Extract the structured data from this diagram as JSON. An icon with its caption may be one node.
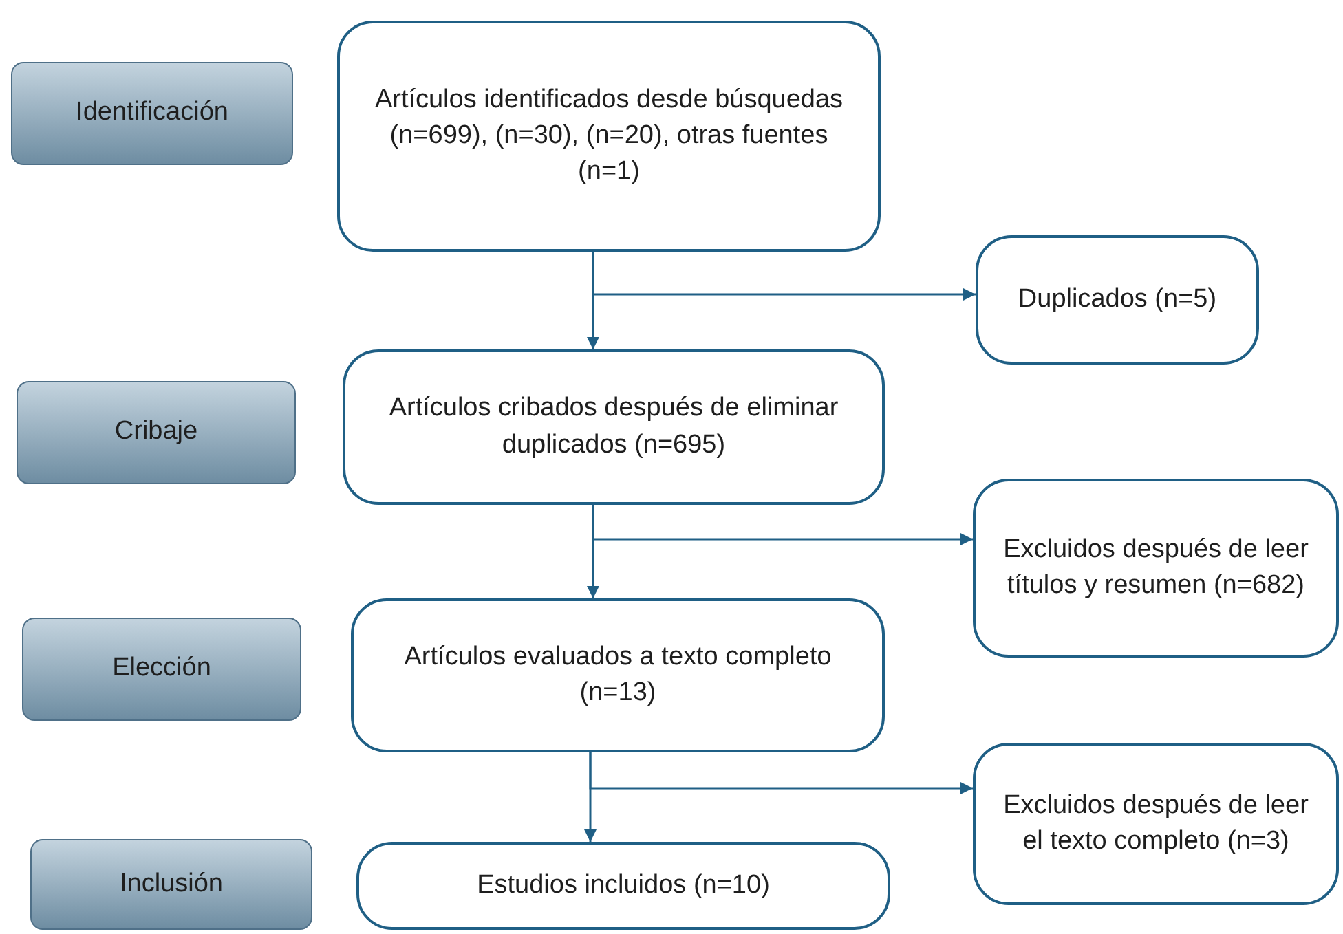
{
  "diagram": {
    "nodes": [
      {
        "text": [
          "Identificación"
        ]
      },
      {
        "text": [
          "Artículos identificados desde búsquedas (n=699), (n=30), (n=20), otras fuentes (n=1)"
        ]
      },
      {
        "text": [
          "Duplicados (n=5)"
        ]
      },
      {
        "text": [
          "Cribaje"
        ]
      },
      {
        "text": [
          "Artículos cribados después de eliminar duplicados (n=695)"
        ]
      },
      {
        "text": [
          "Excluidos después de leer títulos y resumen (n=682)"
        ]
      },
      {
        "text": [
          "Elección"
        ]
      },
      {
        "text": [
          "Artículos evaluados a texto completo (n=13)"
        ]
      },
      {
        "text": [
          "Excluidos después de leer el texto completo (n=3)"
        ]
      },
      {
        "text": [
          "Inclusión"
        ]
      },
      {
        "text": [
          "Estudios incluidos (n=10)"
        ]
      }
    ],
    "edges": [
      {
        "from": 1,
        "to": 4,
        "arrow": "to"
      },
      {
        "from": 1,
        "to": 2,
        "arrow": "to"
      },
      {
        "from": 4,
        "to": 7,
        "arrow": "to"
      },
      {
        "from": 4,
        "to": 5,
        "arrow": "to"
      },
      {
        "from": 7,
        "to": 10,
        "arrow": "to"
      },
      {
        "from": 7,
        "to": 8,
        "arrow": "to"
      }
    ]
  }
}
